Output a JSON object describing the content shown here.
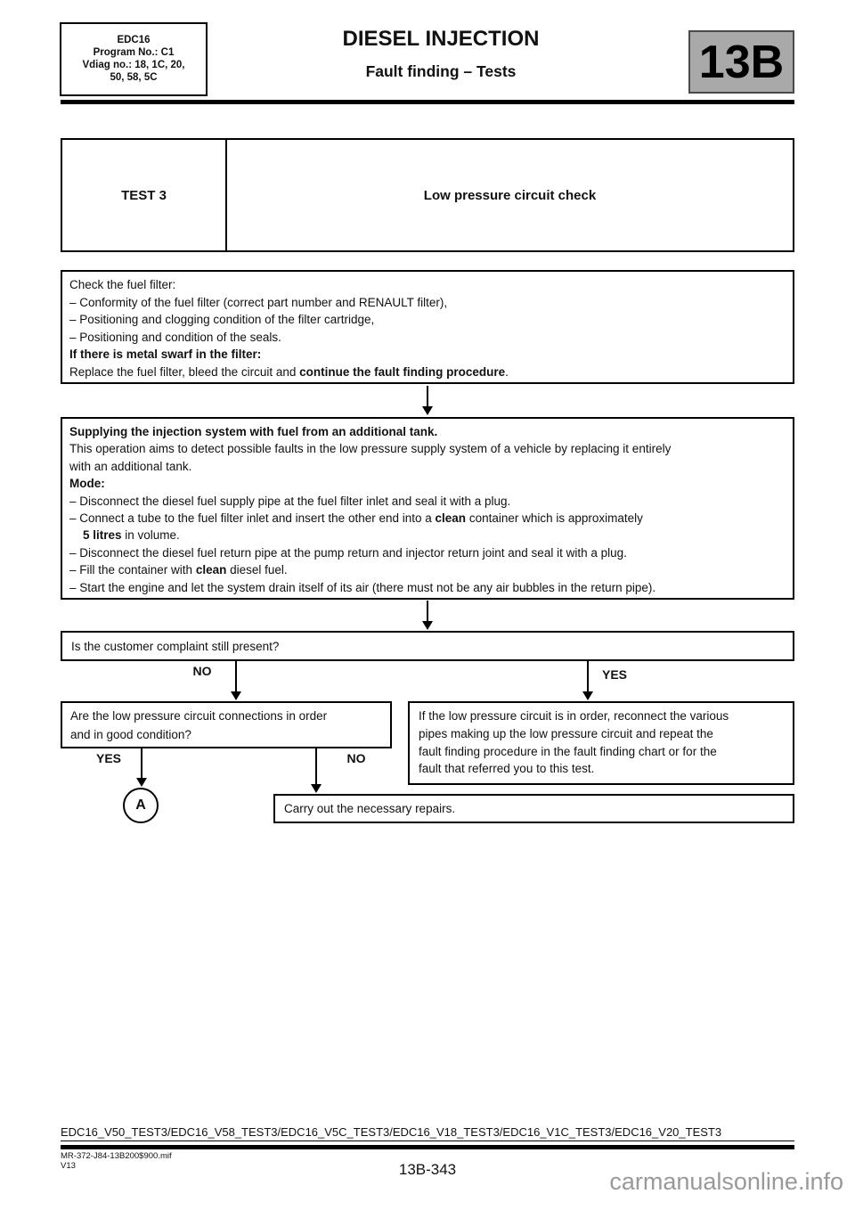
{
  "header": {
    "info_lines": [
      "EDC16",
      "Program No.: C1",
      "Vdiag no.: 18, 1C, 20,",
      "50, 58, 5C"
    ],
    "title": "DIESEL INJECTION",
    "subtitle": "Fault finding – Tests",
    "badge": "13B"
  },
  "test": {
    "label": "TEST 3",
    "title": "Low pressure circuit check"
  },
  "flow": {
    "check_box": {
      "intro": "Check the fuel filter:",
      "bullet1": "– Conformity of the fuel filter (correct part number and RENAULT filter),",
      "bullet2": "– Positioning and clogging condition of the filter cartridge,",
      "bullet3": "– Positioning and condition of the seals.",
      "warn": "If there is metal swarf in the filter:",
      "final_pre": "Replace the fuel filter, bleed the circuit and ",
      "final_bold": "continue the fault finding procedure",
      "final_post": "."
    },
    "supply_box": {
      "title": "Supplying the injection system with fuel from an additional tank.",
      "desc_line1": "This operation aims to detect possible faults in the low pressure supply system of a vehicle by replacing it entirely",
      "desc_line2": "with an additional tank.",
      "mode_label": "Mode:",
      "bullet1": "– Disconnect the diesel fuel supply pipe at the fuel filter inlet and seal it with a plug.",
      "bullet2_pre": "– Connect a tube to the fuel filter inlet and insert the other end into a ",
      "bullet2_bold": "clean",
      "bullet2_post": " container which is approximately",
      "bullet2b_bold": "5 litres",
      "bullet2b_post": " in volume.",
      "bullet3": "– Disconnect the diesel fuel return pipe at the pump return and injector return joint and seal it with a plug.",
      "bullet4_pre": "– Fill the container with ",
      "bullet4_bold": "clean",
      "bullet4_post": " diesel fuel.",
      "bullet5": "– Start the engine and let the system drain itself of its air (there must not be any air bubbles in the return pipe)."
    },
    "question_box": "Is the customer complaint still present?",
    "branch1": {
      "no": "NO",
      "yes": "YES"
    },
    "left_box_line1": "Are the low pressure circuit connections in order",
    "left_box_line2": "and in good condition?",
    "right_box_line1": "If the low pressure circuit is in order, reconnect the various",
    "right_box_line2": "pipes making up the low pressure circuit and repeat the",
    "right_box_line3": "fault finding procedure in the fault finding chart or for the",
    "right_box_line4": "fault that referred you to this test.",
    "branch2": {
      "yes": "YES",
      "no": "NO"
    },
    "connector": "A",
    "repairs_box": "Carry out the necessary repairs."
  },
  "footer": {
    "ref_line": "EDC16_V50_TEST3/EDC16_V58_TEST3/EDC16_V5C_TEST3/EDC16_V18_TEST3/EDC16_V1C_TEST3/EDC16_V20_TEST3",
    "mif_file": "MR-372-J84-13B200$900.mif",
    "version": "V13",
    "page_number": "13B-343",
    "watermark": "carmanualsonline.info"
  },
  "colors": {
    "badge_bg": "#a9a9a9",
    "badge_border": "#4a4a4a",
    "watermark": "#999999",
    "ink": "#111111"
  }
}
